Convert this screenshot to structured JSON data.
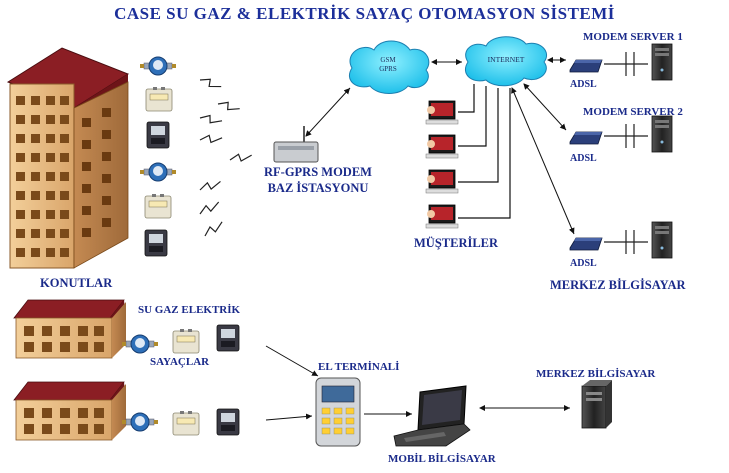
{
  "title": "CASE SU GAZ & ELEKTRİK SAYAÇ OTOMASYON SİSTEMİ",
  "labels": {
    "konutlar": "KONUTLAR",
    "rf_gprs_line1": "RF-GPRS MODEM",
    "rf_gprs_line2": "BAZ İSTASYONU",
    "gsm_line1": "GSM",
    "gsm_line2": "GPRS",
    "internet": "INTERNET",
    "modem_server_1": "MODEM SERVER 1",
    "modem_server_2": "MODEM SERVER 2",
    "adsl_1": "ADSL",
    "adsl_2": "ADSL",
    "adsl_3": "ADSL",
    "musteriler": "MÜŞTERİLER",
    "merkez_bilgisayar_top": "MERKEZ BİLGİSAYAR",
    "su_gaz_elektrik": "SU GAZ ELEKTRİK",
    "sayaclar": "SAYAÇLAR",
    "el_terminali": "EL TERMİNALİ",
    "merkez_bilgisayar_bottom": "MERKEZ BİLGİSAYAR",
    "mobil_bilgisayar": "MOBİL BİLGİSAYAR"
  },
  "colors": {
    "label_blue": "#1a2a8a",
    "building_tan": "#e8c08a",
    "building_shade": "#c4925a",
    "roof_red": "#8b1e24",
    "cloud_cyan": "#3fd2f0",
    "cloud_stroke": "#1c7fb0",
    "meter_blue": "#2e6fb8",
    "server_dark": "#2a2a2a",
    "modem_navy": "#2b3f7a"
  }
}
